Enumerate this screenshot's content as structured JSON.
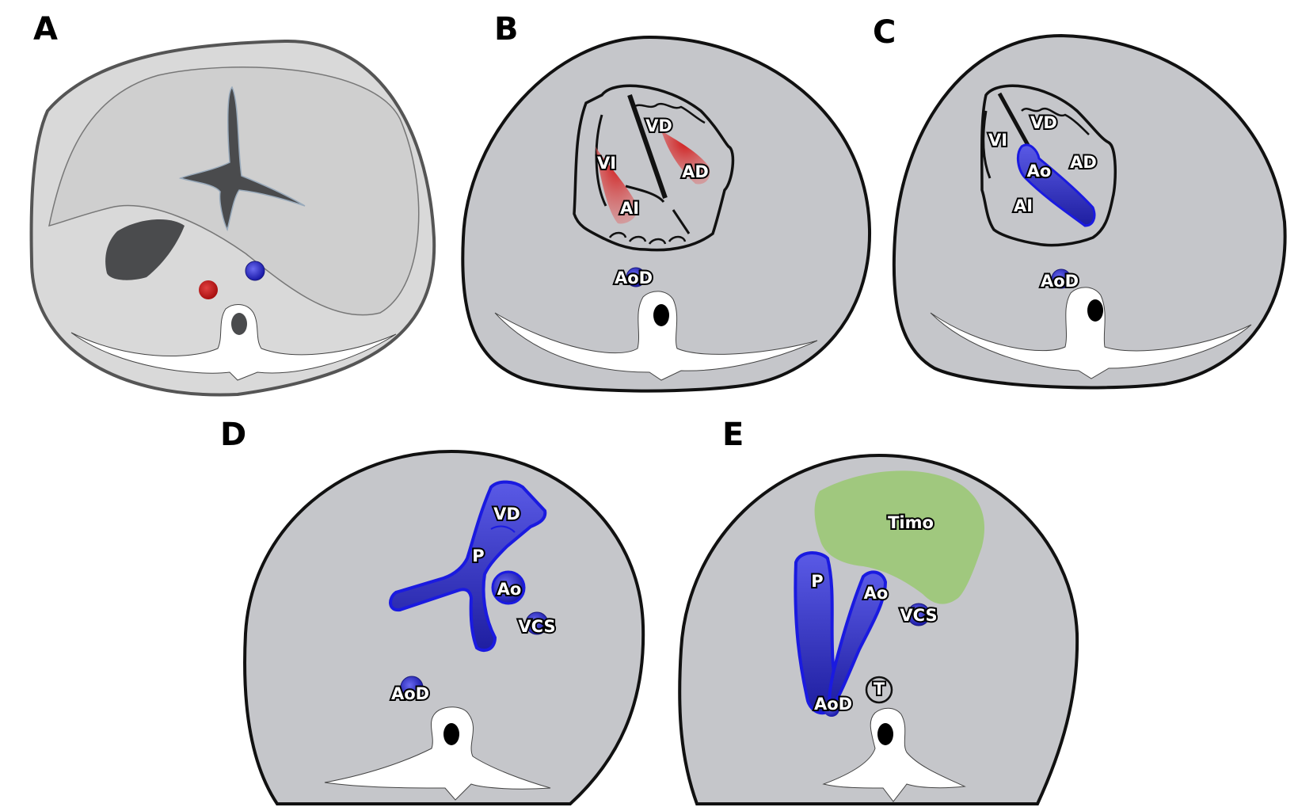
{
  "colors": {
    "body_fill": "#c5c6ca",
    "body_fill_a": "#d8d8d8",
    "outline": "#111111",
    "dark_organ": "#4a4b4d",
    "vessel_blue": "#2a2ad0",
    "vessel_blue_light": "#5a5ae6",
    "red": "#d02020",
    "thymus_green": "#a0c87e",
    "bone": "#ffffff"
  },
  "panels": {
    "a": {
      "letter": "A"
    },
    "b": {
      "letter": "B",
      "labels": {
        "vd": "VD",
        "vi": "VI",
        "ad": "AD",
        "ai": "AI",
        "aod": "AoD"
      }
    },
    "c": {
      "letter": "C",
      "labels": {
        "vi": "VI",
        "vd": "VD",
        "ao": "Ao",
        "ad": "AD",
        "ai": "AI",
        "aod": "AoD"
      }
    },
    "d": {
      "letter": "D",
      "labels": {
        "vd": "VD",
        "p": "P",
        "ao": "Ao",
        "vcs": "VCS",
        "aod": "AoD"
      }
    },
    "e": {
      "letter": "E",
      "labels": {
        "timo": "Timo",
        "p": "P",
        "ao": "Ao",
        "vcs": "VCS",
        "t": "T",
        "aod": "AoD"
      }
    }
  }
}
